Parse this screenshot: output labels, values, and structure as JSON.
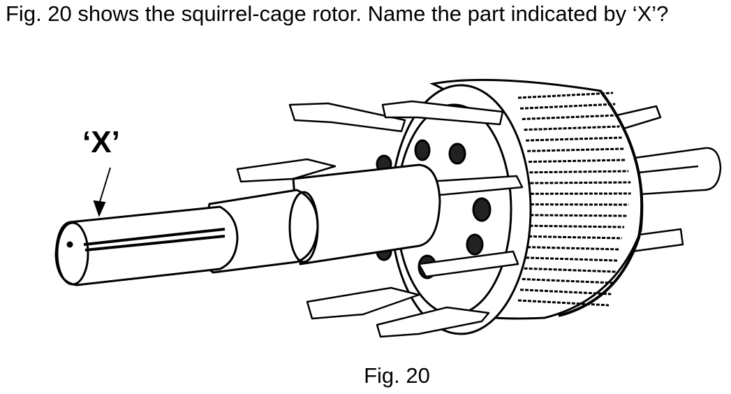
{
  "question": "Fig. 20 shows the squirrel-cage rotor. Name the part indicated by ‘X’?",
  "figure": {
    "pointer_label": "‘X’",
    "caption": "Fig. 20"
  }
}
